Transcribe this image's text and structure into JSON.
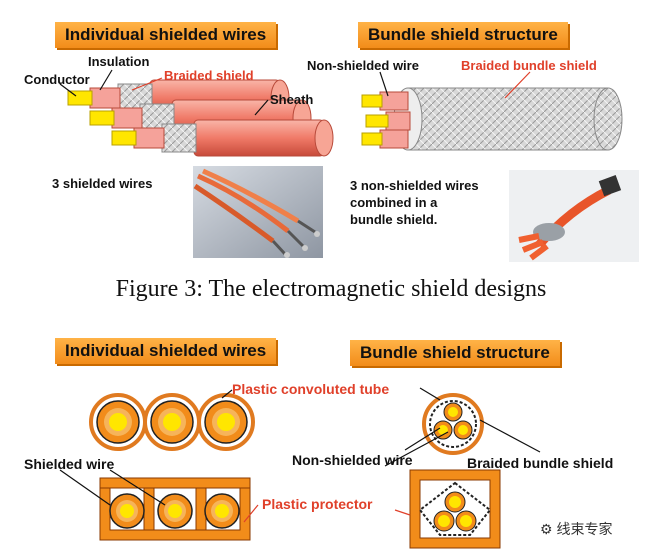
{
  "top": {
    "individual_title": "Individual shielded wires",
    "bundle_title": "Bundle shield structure",
    "labels": {
      "conductor": "Conductor",
      "insulation": "Insulation",
      "braided_shield": "Braided shield",
      "sheath": "Sheath",
      "non_shielded_wire": "Non-shielded wire",
      "braided_bundle_shield": "Braided bundle shield",
      "three_shielded": "3 shielded wires",
      "three_non_shielded": "3 non-shielded wires\ncombined in a\nbundle shield."
    }
  },
  "caption": "Figure 3: The electromagnetic shield designs",
  "bottom": {
    "individual_title": "Individual shielded wires",
    "bundle_title": "Bundle shield structure",
    "labels": {
      "convoluted_tube": "Plastic convoluted tube",
      "shielded_wire": "Shielded wire",
      "non_shielded_wire": "Non-shielded wire",
      "braided_bundle_shield": "Braided bundle shield",
      "plastic_protector": "Plastic protector"
    }
  },
  "watermark": "线束专家",
  "colors": {
    "orange": "#f28c1a",
    "sheath": "#f08a7a",
    "yellow": "#ffe600",
    "label_red": "#e0402a"
  }
}
